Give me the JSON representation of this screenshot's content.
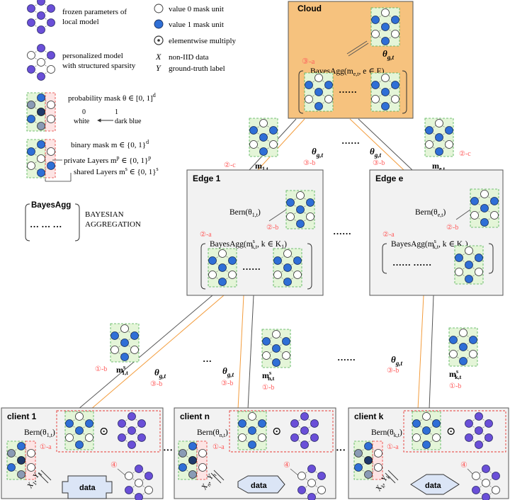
{
  "legend": {
    "frozen_line1": "frozen parameters of",
    "frozen_line2": "local model",
    "personalized_line1": "personalized model",
    "personalized_line2": "with structured sparsity",
    "value0": "value 0 mask unit",
    "value1": "value 1 mask unit",
    "elementwise": "elementwise multiply",
    "x_symbol": "X",
    "x_desc": "non-IID data",
    "y_symbol": "Y",
    "y_desc": "ground-truth label",
    "prob_mask": "probability mask θ ∈ [0, 1]",
    "prob_mask_sup": "d",
    "scale_0": "0",
    "scale_1": "1",
    "scale_white": "white",
    "scale_dark": "dark blue",
    "binary_mask": "binary mask m ∈ {0, 1}",
    "binary_mask_sup": "d",
    "private_layers": "private Layers m",
    "private_sup": "p",
    "private_set": " ∈ {0, 1}",
    "private_set_sup": "p",
    "shared_layers": "shared Layers m",
    "shared_sup": "s",
    "shared_set": " ∈ {0, 1}",
    "shared_set_sup": "s",
    "bayesagg_title": "BayesAgg",
    "bayesagg_dots": "··· ··· ···",
    "bayesian_line1": "BAYESIAN",
    "bayesian_line2": "AGGREGATION"
  },
  "cloud": {
    "title": "Cloud",
    "theta": "θ",
    "theta_sub": "g,t",
    "step": "③-a",
    "agg": "BayesAgg(m",
    "agg_sub": "e,t",
    "agg_rest": ", e ∈ E)",
    "dots": "······"
  },
  "edge1": {
    "title": "Edge 1",
    "bern": "Bern(θ",
    "bern_sub": "1,t",
    "bern_close": ")",
    "step_b": "②-b",
    "step_a": "②-a",
    "agg": "BayesAgg(m",
    "agg_sup": "s",
    "agg_sub": "k,t",
    "agg_rest": ", k ∈ K",
    "agg_sub2": "1",
    "agg_close": ")",
    "dots": "······"
  },
  "edgee": {
    "title": "Edge e",
    "bern": "Bern(θ",
    "bern_sub": "e,t",
    "bern_close": ")",
    "step_b": "②-b",
    "step_a": "②-a",
    "agg": "BayesAgg(m",
    "agg_sup": "s",
    "agg_sub": "k,t",
    "agg_rest": ", k ∈ K",
    "agg_sub2": "e",
    "agg_close": ")",
    "dots": "······ ······"
  },
  "links": {
    "m1t": "m",
    "m1t_sub": "1,t",
    "met": "m",
    "met_sub": "e,t",
    "step_2c_left": "②-c",
    "step_2c_right": "②-c",
    "theta": "θ",
    "theta_sub": "g,t",
    "step_3b": "③-b",
    "mid_dots": "······",
    "ms": "m",
    "ms_sup": "s",
    "ms1_sub": "1,t",
    "msn_sub": "n,t",
    "msk_sub": "k,t",
    "step_1b": "①-b",
    "dots_short": "···"
  },
  "clients": {
    "client1": {
      "title": "client 1",
      "bern": "Bern(θ",
      "bern_sub": "1,t",
      "x": "X",
      "x_sub": "1",
      "y": "Y",
      "y_sub": "1"
    },
    "clientn": {
      "title": "client n",
      "bern": "Bern(θ",
      "bern_sub": "n,t",
      "x": "X",
      "x_sub": "n",
      "y": "Y",
      "y_sub": "n"
    },
    "clientk": {
      "title": "client k",
      "bern": "Bern(θ",
      "bern_sub": "k,t",
      "x": "X",
      "x_sub": "k",
      "y": "Y",
      "y_sub": "k"
    },
    "data_label": "data",
    "step_1a": "①-a",
    "step_4": "④",
    "between_dots": "···",
    "odot": "⊙"
  },
  "colors": {
    "cloud_fill": "#f6c27e",
    "box_fill": "#f2f2f2",
    "green_fill": "#e4f5d8",
    "green_stroke": "#4caf50",
    "pink_fill": "#fde4e4",
    "red_dash": "#e53935",
    "node_blue": "#2f6fd6",
    "node_purple": "#6a4fd8",
    "node_gray": "#8a9bb5",
    "node_dark": "#1f3a6b",
    "orange_line": "#f39c3c",
    "accent_red": "#ff5c5c"
  }
}
